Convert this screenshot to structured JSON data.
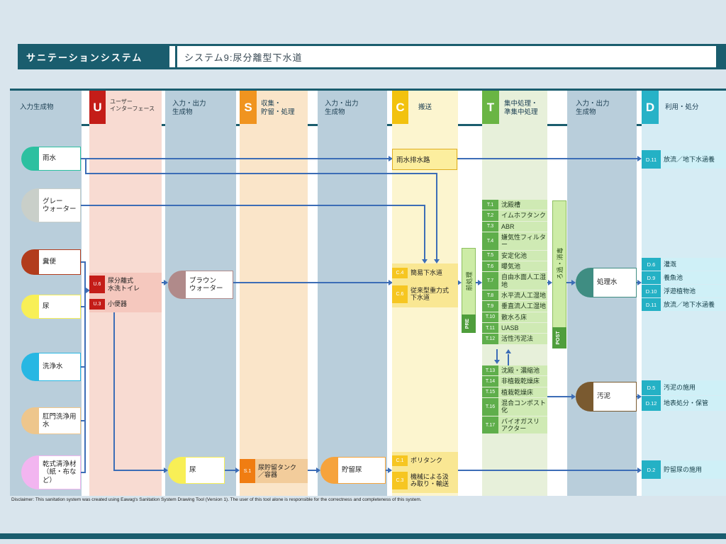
{
  "header": {
    "brand": "サニテーションシステム",
    "title": "システム9:尿分離型下水道"
  },
  "col_headers": {
    "inputs": "入力生成物",
    "u": {
      "letter": "U",
      "label": "ユーザー\nインターフェース"
    },
    "io2": "入力・出力\n生成物",
    "s": {
      "letter": "S",
      "label": "収集・\n貯留・処理"
    },
    "io3": "入力・出力\n生成物",
    "c": {
      "letter": "C",
      "label": "搬送"
    },
    "t": {
      "letter": "T",
      "label": "集中処理・\n準集中処理"
    },
    "io4": "入力・出力\n生成物",
    "d": {
      "letter": "D",
      "label": "利用・処分"
    }
  },
  "inputs": [
    {
      "label": "雨水",
      "color": "#2cc0a0"
    },
    {
      "label": "グレー\nウォーター",
      "color": "#c9cfc9"
    },
    {
      "label": "糞便",
      "color": "#b23c1c"
    },
    {
      "label": "尿",
      "color": "#f8ef56"
    },
    {
      "label": "洗浄水",
      "color": "#27b7e3"
    },
    {
      "label": "肛門洗浄用水",
      "color": "#eec68c"
    },
    {
      "label": "乾式清浄材\n（紙・布など）",
      "color": "#f2b5f0"
    }
  ],
  "intermediates": {
    "brown_water": {
      "label": "ブラウン\nウォーター",
      "color": "#b08a8a"
    },
    "urine": {
      "label": "尿",
      "color": "#f8ef56"
    },
    "stored_urine": {
      "label": "貯留尿",
      "color": "#f6a33c"
    },
    "treated_water": {
      "label": "処理水",
      "color": "#3f8d82"
    },
    "sludge": {
      "label": "汚泥",
      "color": "#7a5a30"
    }
  },
  "units": {
    "user_interface": {
      "rows": [
        {
          "code": "U.6",
          "label": "尿分離式\n水洗トイレ"
        },
        {
          "code": "U.3",
          "label": "小便器"
        }
      ]
    },
    "storage": {
      "rows": [
        {
          "code": "S.1",
          "label": "尿貯留タンク\n／容器"
        }
      ]
    },
    "rain_drain": {
      "label": "雨水排水路"
    },
    "sewer": {
      "rows": [
        {
          "code": "C.4",
          "label": "簡易下水道"
        },
        {
          "code": "C.6",
          "label": "従来型重力式\n下水道"
        }
      ]
    },
    "transport": {
      "rows": [
        {
          "code": "C.1",
          "label": "ポリタンク"
        },
        {
          "code": "C.3",
          "label": "機械による汲\nみ取り・輸送"
        }
      ]
    },
    "pre": {
      "label": "前処理",
      "tag": "PRE"
    },
    "post": {
      "label": "ろ過・消毒",
      "tag": "POST"
    },
    "treatment_main": {
      "rows": [
        {
          "code": "T.1",
          "label": "沈殿槽"
        },
        {
          "code": "T.2",
          "label": "イムホフタンク"
        },
        {
          "code": "T.3",
          "label": "ABR"
        },
        {
          "code": "T.4",
          "label": "嫌気性フィルター"
        },
        {
          "code": "T.5",
          "label": "安定化池"
        },
        {
          "code": "T.6",
          "label": "曝気池"
        },
        {
          "code": "T.7",
          "label": "自由水面人工湿地"
        },
        {
          "code": "T.8",
          "label": "水平流人工湿地"
        },
        {
          "code": "T.9",
          "label": "垂直流人工湿地"
        },
        {
          "code": "T.10",
          "label": "散水ろ床"
        },
        {
          "code": "T.11",
          "label": "UASB"
        },
        {
          "code": "T.12",
          "label": "活性汚泥法"
        }
      ]
    },
    "treatment_sludge": {
      "rows": [
        {
          "code": "T.13",
          "label": "沈殿・濃縮池"
        },
        {
          "code": "T.14",
          "label": "非植栽乾燥床"
        },
        {
          "code": "T.15",
          "label": "植栽乾燥床"
        },
        {
          "code": "T.16",
          "label": "混合コンポスト化"
        },
        {
          "code": "T.17",
          "label": "バイオガスリアクター"
        }
      ]
    }
  },
  "use_disposal": {
    "rain": [
      {
        "code": "D.11",
        "label": "放流／地下水涵養"
      }
    ],
    "water": [
      {
        "code": "D.6",
        "label": "灌漑"
      },
      {
        "code": "D.9",
        "label": "養魚池"
      },
      {
        "code": "D.10",
        "label": "浮遊植物池"
      },
      {
        "code": "D.11",
        "label": "放流／地下水涵養"
      }
    ],
    "sludge": [
      {
        "code": "D.5",
        "label": "汚泥の施用"
      },
      {
        "code": "D.12",
        "label": "地表処分・保管"
      }
    ],
    "urine": [
      {
        "code": "D.2",
        "label": "貯留尿の施用"
      }
    ]
  },
  "colors": {
    "accent_teal": "#1a5d6e",
    "arrow_blue": "#3c6db6",
    "u_red": "#c41d18",
    "s_orange": "#f0941f",
    "c_yellow": "#f2c20f",
    "t_green": "#6ab544",
    "d_teal": "#27b2c7"
  },
  "footer": {
    "disclaimer": "Disclaimer: This sanitation system was created using Eawag's Sanitation System Drawing Tool (Version 1). The user of this tool alone is responsible for the correctness and completeness of this system."
  }
}
